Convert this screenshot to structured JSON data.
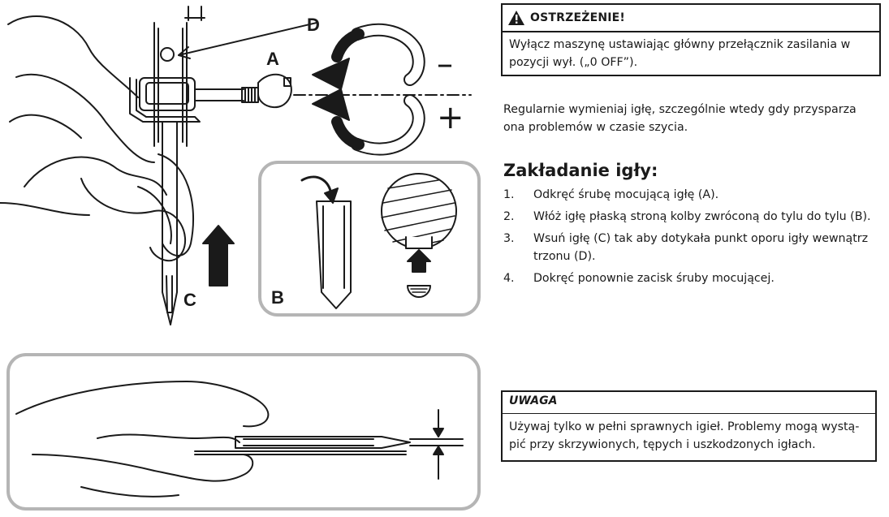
{
  "figure": {
    "label_a": "A",
    "label_b": "B",
    "label_c": "C",
    "label_d": "D",
    "minus_sign": "–",
    "plus_sign": "+"
  },
  "warning": {
    "title": "OSTRZEŻENIE!",
    "text": "Wyłącz maszynę ustawiając główny przełącznik zasilania w pozycji wył. („0 OFF”)."
  },
  "intro": "Regularnie wymieniaj igłę, szczególnie wtedy gdy przysparza ona problemów w czasie szycia.",
  "section_title": "Zakładanie igły:",
  "steps": [
    {
      "num": "1.",
      "text": "Odkręć śrubę mocującą igłę (A)."
    },
    {
      "num": "2.",
      "text": "Włóż igłę płaską stroną kolby zwróconą do tylu do tylu (B)."
    },
    {
      "num": "3.",
      "text": "Wsuń igłę (C) tak aby dotykała punkt oporu igły wewnątrz trzonu (D)."
    },
    {
      "num": "4.",
      "text": "Dokręć ponownie zacisk śruby mocującej."
    }
  ],
  "note": {
    "title": "UWAGA",
    "text": "Używaj tylko w pełni sprawnych igieł. Problemy mogą wystą-pić przy skrzywionych, tępych i uszkodzonych igłach."
  }
}
